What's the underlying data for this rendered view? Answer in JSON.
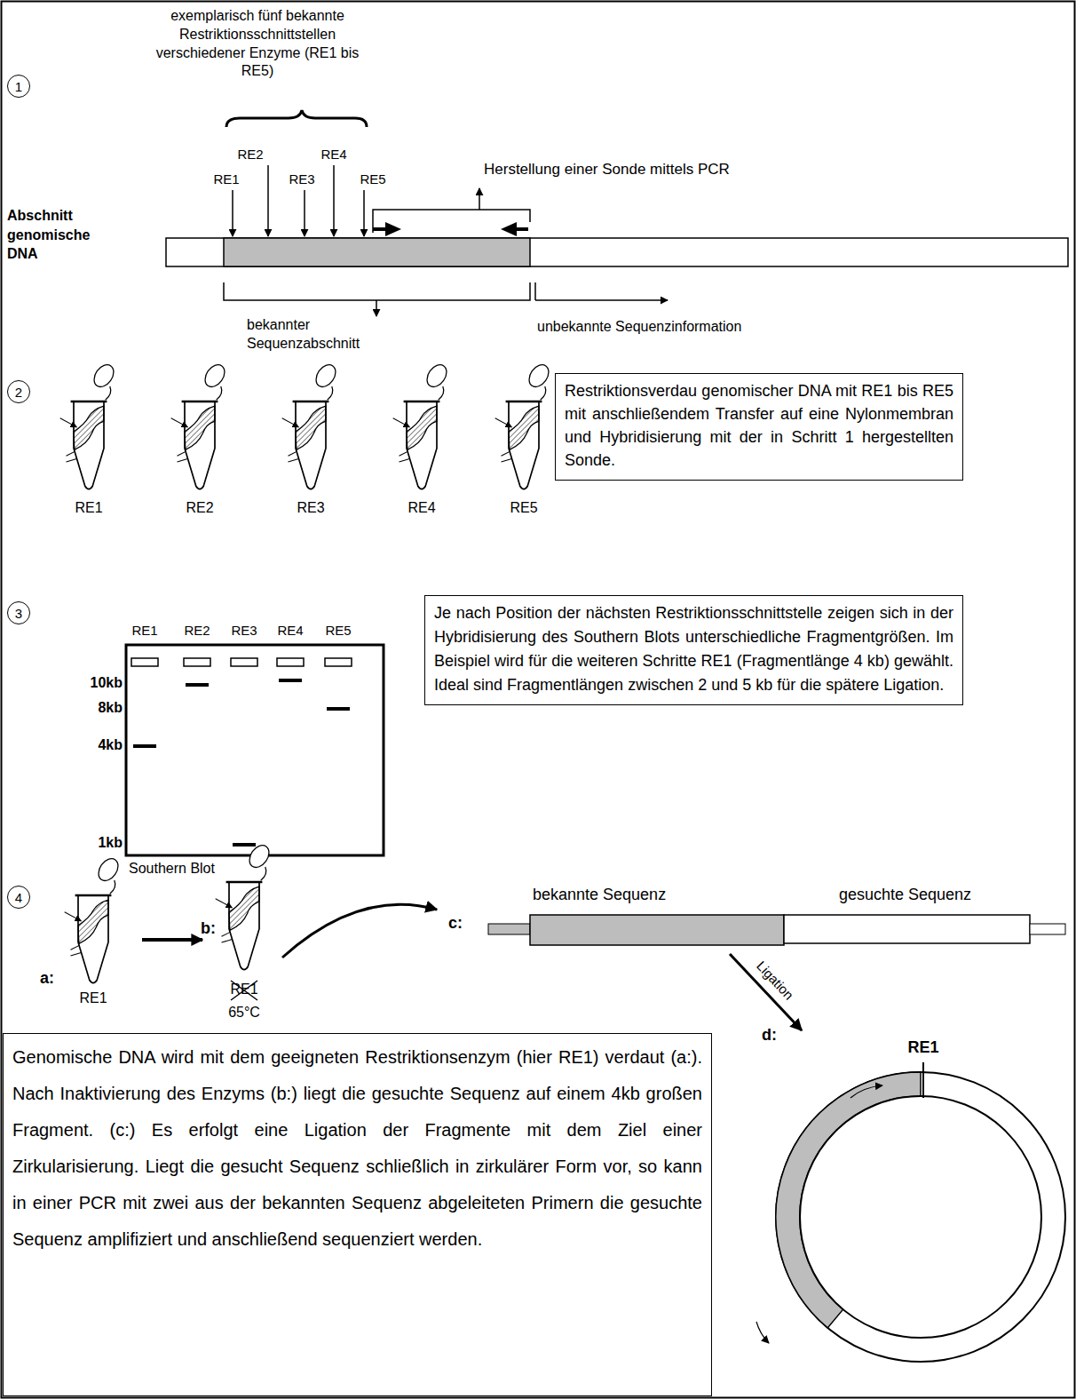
{
  "diagram": {
    "nodes": [
      {
        "text": [
          "1"
        ]
      },
      {
        "text": [
          "2"
        ]
      },
      {
        "text": [
          "Restriktionsverdau genomischer DNA mit RE1 bis RE5 mit anschließendem Transfer auf eine Nylonmembran und Hybridisierung mit der in Schritt 1 hergestellten Sonde."
        ]
      },
      {
        "text": [
          "3"
        ]
      },
      {
        "text": [
          "Je nach Position der nächsten Restriktionsschnittstelle zeigen sich in der Hybridisierung des Southern Blots unterschiedliche Fragmentgrößen. Im Beispiel wird für die weiteren Schritte RE1 (Fragmentlänge 4 kb) gewählt. Ideal sind Fragmentlängen zwischen 2 und 5 kb für die spätere Ligation."
        ]
      },
      {
        "text": [
          "4"
        ]
      },
      {
        "text": [
          "Genomische DNA wird mit dem geeigneten Restriktionsenzym (hier RE1) verdaut (a:). Nach Inaktivierung des Enzyms (b:) liegt die gesuchte Sequenz auf einem 4kb großen Fragment. (c:) Es erfolgt eine Ligation der Fragmente mit dem Ziel einer Zirkularisierung. Liegt die gesucht Sequenz schließlich in zirkulärer Form vor, so kann in einer PCR mit zwei aus der bekannten Sequenz abgeleiteten Primern die gesuchte Sequenz amplifiziert und anschließend sequenziert werden."
        ]
      }
    ],
    "labels": [
      "exemplarisch fünf bekannte Restriktionsschnittstellen verschiedener Enzyme (RE1 bis RE5)",
      "RE2",
      "RE4",
      "RE1",
      "RE3",
      "RE5",
      "Herstellung einer Sonde mittels PCR",
      "Abschnitt genomische DNA",
      "bekannter Sequenzabschnitt",
      "unbekannte Sequenzinformation",
      "RE1",
      "RE2",
      "RE3",
      "RE4",
      "RE5",
      "RE1",
      "RE2",
      "RE3",
      "RE4",
      "RE5",
      "10kb",
      "8kb",
      "4kb",
      "1kb",
      "Southern Blot",
      "a:",
      "RE1",
      "b:",
      "RE1",
      "65°C",
      "c:",
      "bekannte Sequenz",
      "gesuchte Sequenz",
      "Ligation",
      "d:",
      "RE1"
    ]
  }
}
